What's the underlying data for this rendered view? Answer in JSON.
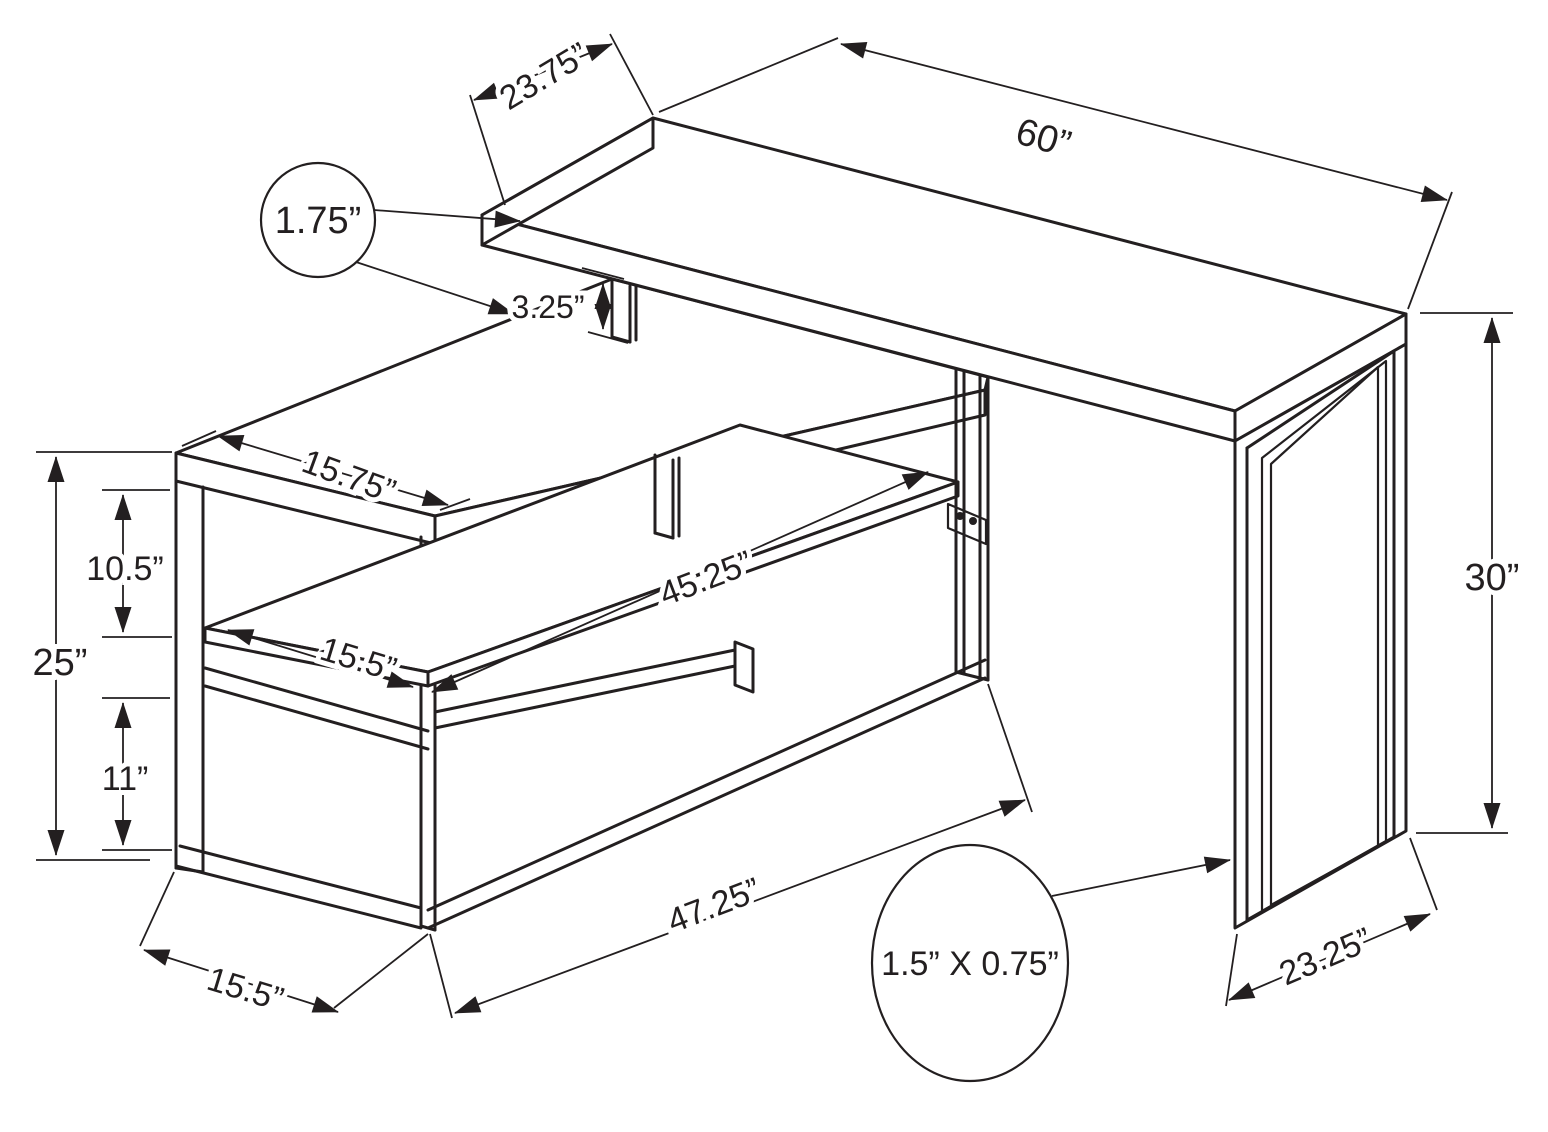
{
  "diagram": {
    "type": "furniture-dimension-drawing",
    "subject": "L-shaped corner desk with open shelves, metal frame",
    "background_color": "#ffffff",
    "line_color": "#231f20",
    "labels": {
      "top_depth": "23.75”",
      "top_length": "60”",
      "top_thickness": "1.75”",
      "top_clearance": "3.25”",
      "console_top_depth": "15.75”",
      "shelf_length": "45.25”",
      "shelf_depth": "15.5”",
      "top_shelf_gap": "10.5”",
      "console_height": "25”",
      "shelf_floor_gap": "11”",
      "base_depth": "15.5”",
      "base_length": "47.25”",
      "desk_height": "30”",
      "panel_depth": "23.25”",
      "tube_size": "1.5” X 0.75”"
    }
  }
}
